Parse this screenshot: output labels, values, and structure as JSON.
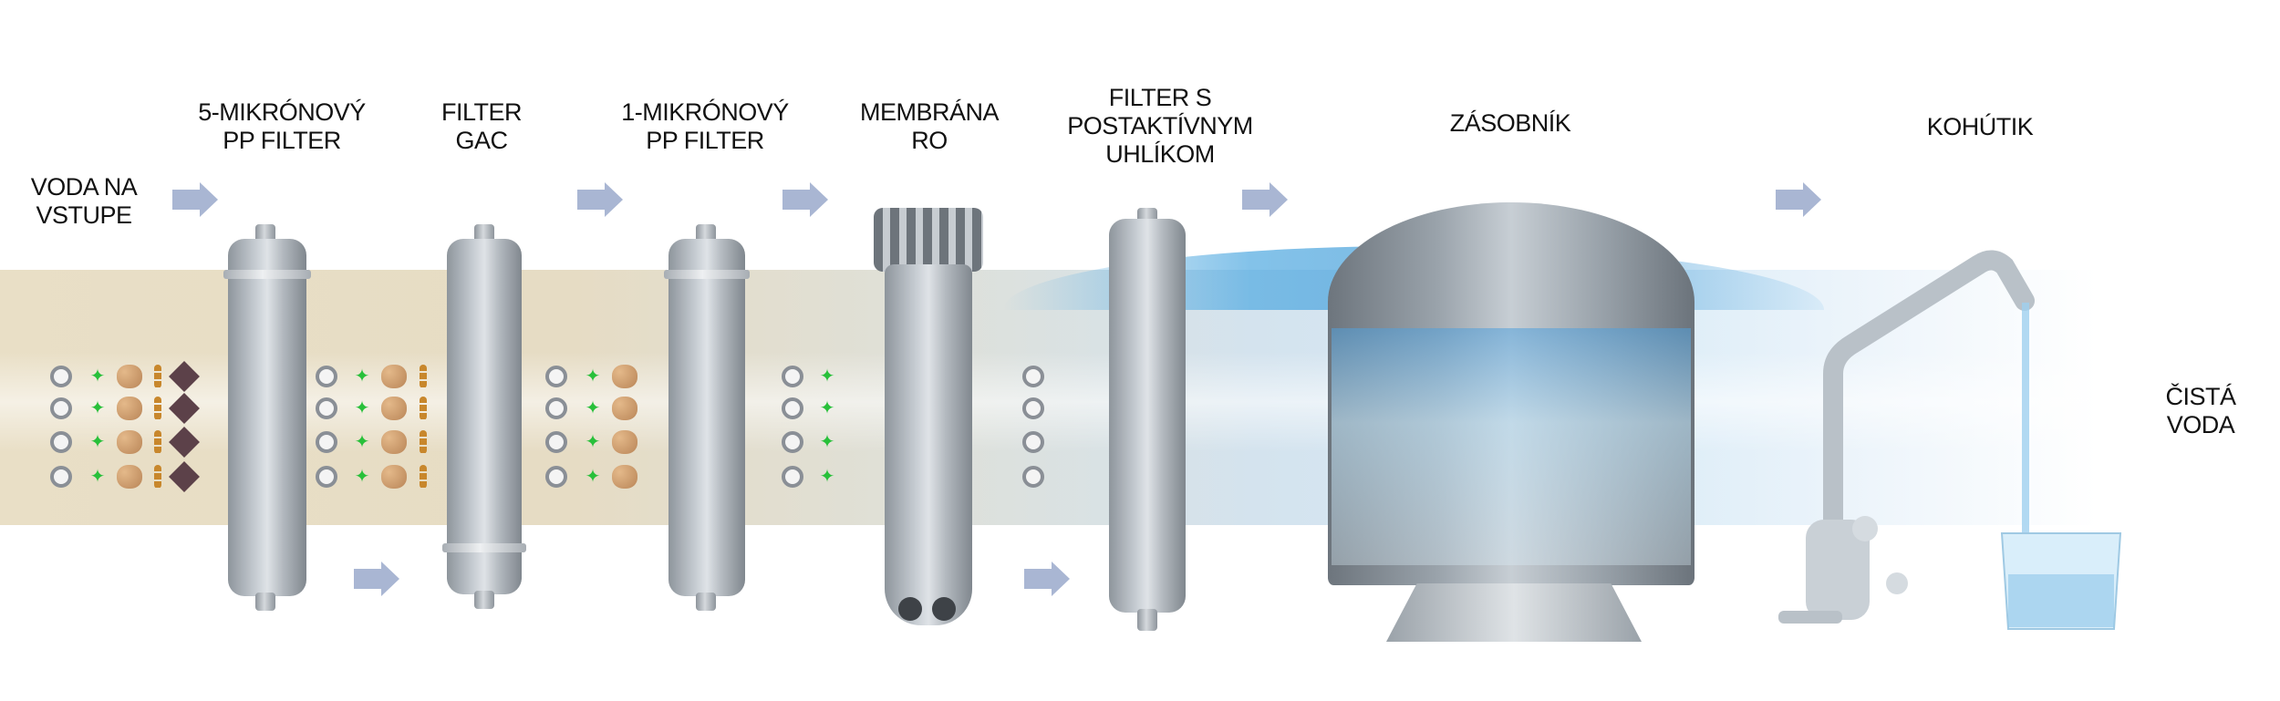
{
  "labels": {
    "input": [
      "VODA NA",
      "VSTUPE"
    ],
    "pp5": [
      "5-MIKRÓNOVÝ",
      "PP FILTER"
    ],
    "gac": [
      "FILTER",
      "GAC"
    ],
    "pp1": [
      "1-MIKRÓNOVÝ",
      "PP FILTER"
    ],
    "ro": [
      "MEMBRÁNA",
      "RO"
    ],
    "post": [
      "FILTER S",
      "POSTAKTÍVNYM",
      "UHLÍKOM"
    ],
    "tank": "ZÁSOBNÍK",
    "faucet": "KOHÚTIK",
    "output": [
      "ČISTÁ",
      "VODA"
    ]
  },
  "colors": {
    "arrow": "#a9b6d3",
    "dirty_water": "#e9dfc6",
    "clean_water": "#5aaee2",
    "filter": "#b3b9bf"
  }
}
